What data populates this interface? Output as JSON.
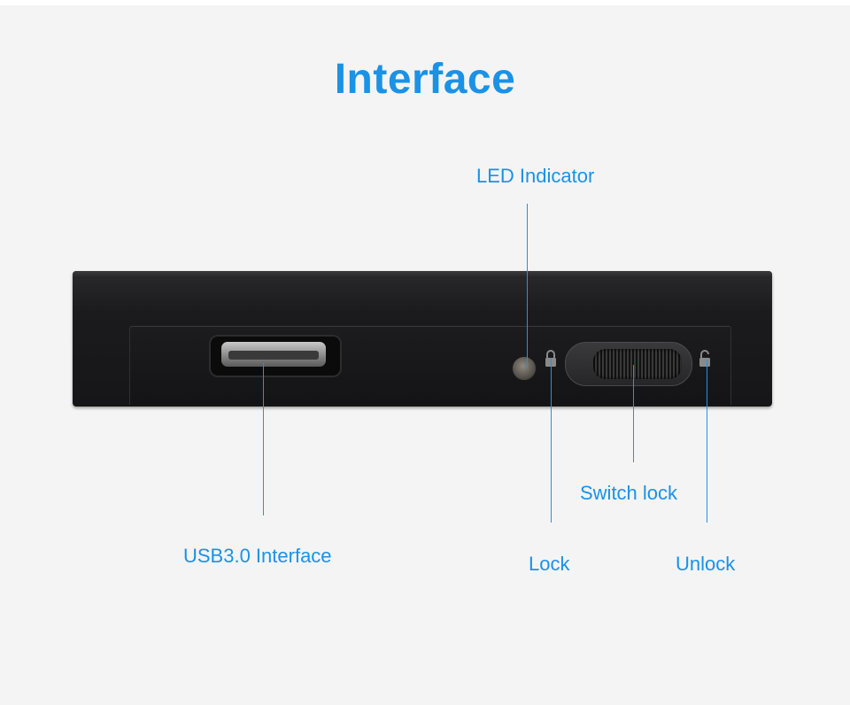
{
  "title": "Interface",
  "labels": {
    "led": "LED Indicator",
    "usb": "USB3.0 Interface",
    "switch_lock": "Switch lock",
    "lock": "Lock",
    "unlock": "Unlock"
  },
  "colors": {
    "accent": "#1a92e6",
    "background": "#f4f4f4",
    "device": "#1b1b1d"
  },
  "icons": [
    "lock-icon",
    "unlock-icon",
    "led-indicator"
  ]
}
